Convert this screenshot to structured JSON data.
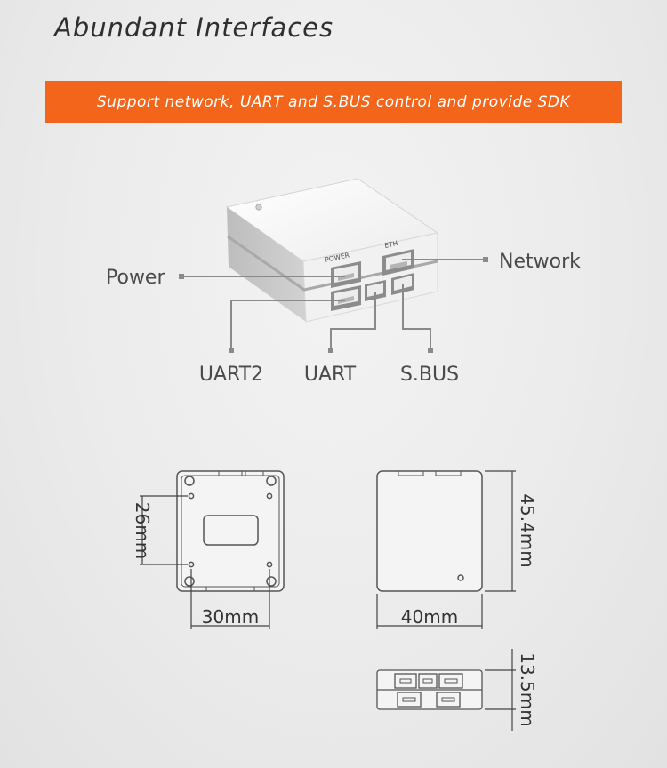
{
  "header": {
    "title": "Abundant Interfaces",
    "banner": "Support network, UART and S.BUS control and provide SDK"
  },
  "device_labels": {
    "power": "Power",
    "network": "Network",
    "uart2": "UART2",
    "uart": "UART",
    "sbus": "S.BUS",
    "port_power": "POWER",
    "port_eth": "ETH"
  },
  "dimensions": {
    "bottom_height": "26mm",
    "bottom_width": "30mm",
    "top_width": "40mm",
    "top_height": "45.4mm",
    "side_thickness": "13.5mm"
  },
  "colors": {
    "banner": "#f2651a",
    "device_body": "#f7f7f7",
    "device_side": "#c7c7c7",
    "leader_line": "#8a8a8a"
  }
}
